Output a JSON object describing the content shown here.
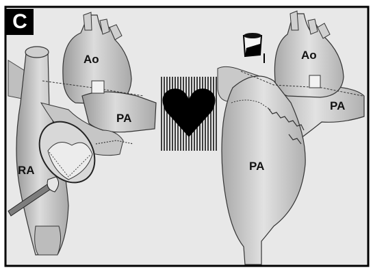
{
  "panel_letter": "C",
  "labels": {
    "left_aorta": "Ao",
    "left_pulmonary_artery": "PA",
    "right_atrium": "RA",
    "right_aorta": "Ao",
    "right_pulmonary_artery": "PA",
    "right_main_pa": "PA"
  },
  "colors": {
    "background": "#e9e9e9",
    "tissue_light": "#d9d9d9",
    "tissue_mid": "#bdbdbd",
    "tissue_dark": "#8e8e8e",
    "outline": "#2a2a2a",
    "heart_symbol": "#000000"
  },
  "icons": [
    "heart-icon",
    "bypass-cannula-icon"
  ]
}
